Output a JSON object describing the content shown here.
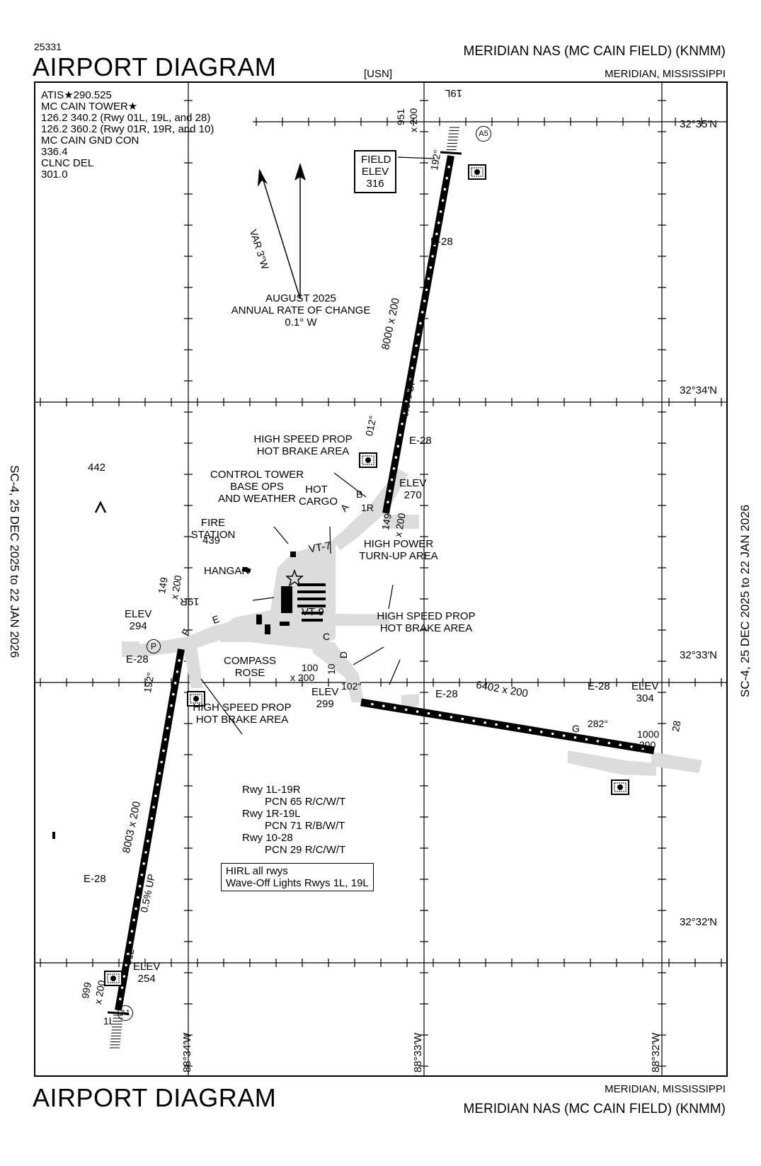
{
  "header": {
    "chart_number": "25331",
    "title": "AIRPORT DIAGRAM",
    "airport_name": "MERIDIAN NAS (MC CAIN FIELD) (KNMM)",
    "location": "MERIDIAN, MISSISSIPPI",
    "agency": "[USN]"
  },
  "footer": {
    "title": "AIRPORT DIAGRAM",
    "location": "MERIDIAN, MISSISSIPPI",
    "airport_name": "MERIDIAN NAS (MC CAIN FIELD) (KNMM)"
  },
  "margin": {
    "left_validity": "SC-4, 25 DEC 2025 to 22 JAN 2026",
    "right_validity": "SC-4, 25 DEC 2025 to 22 JAN 2026"
  },
  "comms": {
    "line1": "ATIS★290.525",
    "line2": "MC CAIN TOWER★",
    "line3": "126.2  340.2 (Rwy 01L, 19L, and 28)",
    "line4": "126.2  360.2 (Rwy 01R, 19R, and 10)",
    "line5": "MC CAIN GND CON",
    "line6": "336.4",
    "line7": "CLNC DEL",
    "line8": "301.0"
  },
  "field_elev": {
    "line1": "FIELD",
    "line2": "ELEV",
    "line3": "316"
  },
  "magvar": {
    "var": "VAR 3°W",
    "date": "AUGUST 2025",
    "rate_label": "ANNUAL RATE OF CHANGE",
    "rate": "0.1° W"
  },
  "coords": {
    "lat1": "32°35′N",
    "lat2": "32°34′N",
    "lat3": "32°33′N",
    "lat4": "32°32′N",
    "lon1": "88°34′W",
    "lon2": "88°33′W",
    "lon3": "88°32′W"
  },
  "runways": {
    "r1r19l": {
      "end_19l": "19L",
      "end_1r": "1R",
      "dimensions": "8000 x 200",
      "overrun_north": "951",
      "overrun_north_w": "x 200",
      "overrun_south": "149",
      "overrun_south_w": "x 200",
      "heading_up": "192°",
      "heading_down": "012°",
      "slope": "0.6% UP",
      "e28_a": "E-28",
      "e28_b": "E-28",
      "elev_label": "ELEV",
      "elev": "270"
    },
    "r1l19r": {
      "end_19r": "19R",
      "end_1l": "1L",
      "dimensions": "8003 x 200",
      "overrun_north": "149",
      "overrun_north_w": "x 200",
      "overrun_south": "999",
      "overrun_south_w": "x 200",
      "heading_up": "192°",
      "heading_down": "012°",
      "slope": "0.5% UP",
      "e28_a": "E-28",
      "e28_b": "E-28",
      "elev_n_label": "ELEV",
      "elev_n": "294",
      "elev_s_label": "ELEV",
      "elev_s": "254"
    },
    "r10_28": {
      "end_10": "10",
      "end_28": "28",
      "dimensions": "6402 x 200",
      "overrun_west": "100",
      "overrun_west_w": "x 200",
      "overrun_east": "1000",
      "overrun_east_w": "x 200",
      "heading_10": "102°",
      "heading_28": "282°",
      "e28_a": "E-28",
      "e28_b": "E-28",
      "elev_w_label": "ELEV",
      "elev_w": "299",
      "elev_e_label": "ELEV",
      "elev_e": "304"
    }
  },
  "taxiways": {
    "a": "A",
    "b": "B",
    "c": "C",
    "d": "D",
    "e": "E",
    "f": "F",
    "g": "G"
  },
  "labels": {
    "hsp_top_1": "HIGH SPEED PROP",
    "hsp_top_2": "HOT BRAKE AREA",
    "hsp_mid_1": "HIGH SPEED PROP",
    "hsp_mid_2": "HOT BRAKE AREA",
    "hsp_low_1": "HIGH SPEED PROP",
    "hsp_low_2": "HOT BRAKE AREA",
    "ctl_1": "CONTROL TOWER",
    "ctl_2": "BASE OPS",
    "ctl_3": "AND WEATHER",
    "hot_1": "HOT",
    "hot_2": "CARGO",
    "fire_1": "FIRE",
    "fire_2": "STATION",
    "hangar": "HANGAR",
    "tower_elev": "439",
    "vt7": "VT-7",
    "vt9": "VT-9",
    "hp_1": "HIGH POWER",
    "hp_2": "TURN-UP AREA",
    "compass_1": "COMPASS",
    "compass_2": "ROSE",
    "obstacle": "442",
    "parking": "P",
    "a5": "A5",
    "a1": "A1"
  },
  "pcn": {
    "l1": "Rwy 1L-19R",
    "l2": "PCN 65 R/C/W/T",
    "l3": "Rwy 1R-19L",
    "l4": "PCN 71 R/B/W/T",
    "l5": "Rwy 10-28",
    "l6": "PCN 29 R/C/W/T"
  },
  "lighting": {
    "l1": "HIRL all rwys",
    "l2": "Wave-Off Lights Rwys 1L, 19L"
  }
}
